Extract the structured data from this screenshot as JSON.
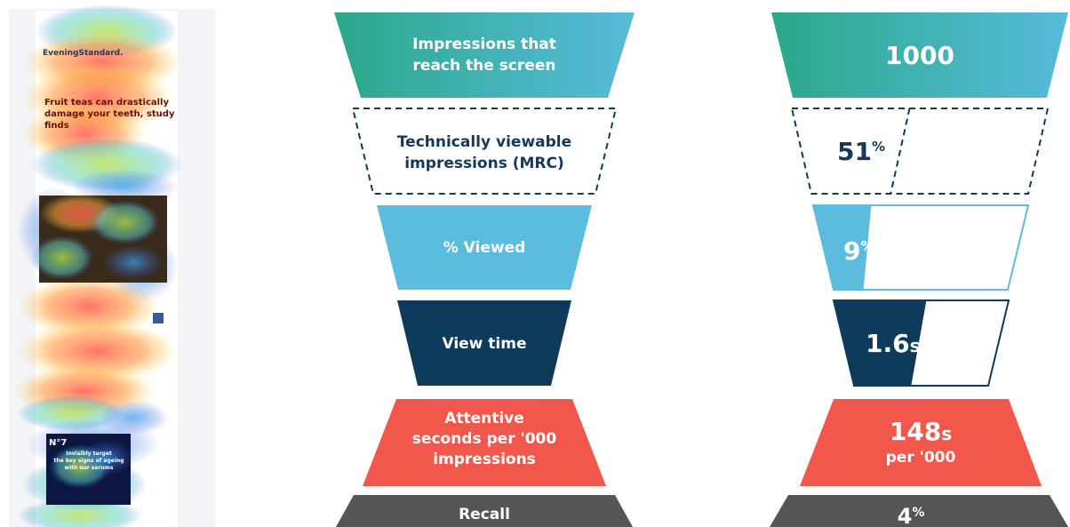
{
  "colors": {
    "teal_start": "#2aa88a",
    "teal_end": "#58bbdb",
    "light_blue": "#5bbcdd",
    "navy": "#0e3a5b",
    "coral": "#f2574b",
    "grey": "#555555",
    "dashed": "#0e3a5b"
  },
  "heatmap": {
    "masthead": "EveningStandard.",
    "headline": [
      "Fruit teas can drastically",
      "damage your teeth, study",
      "finds"
    ],
    "ad_brand": "N°7",
    "ad_text": [
      "Invisibly target",
      "the key signs of ageing",
      "with our serums"
    ]
  },
  "funnel": [
    {
      "label": [
        "Impressions that",
        "reach the screen"
      ]
    },
    {
      "label": [
        "Technically viewable",
        "impressions (MRC)"
      ]
    },
    {
      "label": [
        "% Viewed"
      ]
    },
    {
      "label": [
        "View time"
      ]
    },
    {
      "label": [
        "Attentive",
        "seconds per '000",
        "impressions"
      ]
    },
    {
      "label": [
        "Recall"
      ]
    }
  ],
  "metrics": [
    {
      "value": "1000"
    },
    {
      "value": "51",
      "unit": "%",
      "fill_fraction": 0.46
    },
    {
      "value": "9",
      "unit": "%",
      "fill_fraction": 0.27
    },
    {
      "value": "1.6",
      "unit": "s",
      "fill_fraction": 0.53
    },
    {
      "value": "148",
      "unit": "s",
      "sub": "per '000"
    },
    {
      "value": "4",
      "unit": "%"
    }
  ]
}
